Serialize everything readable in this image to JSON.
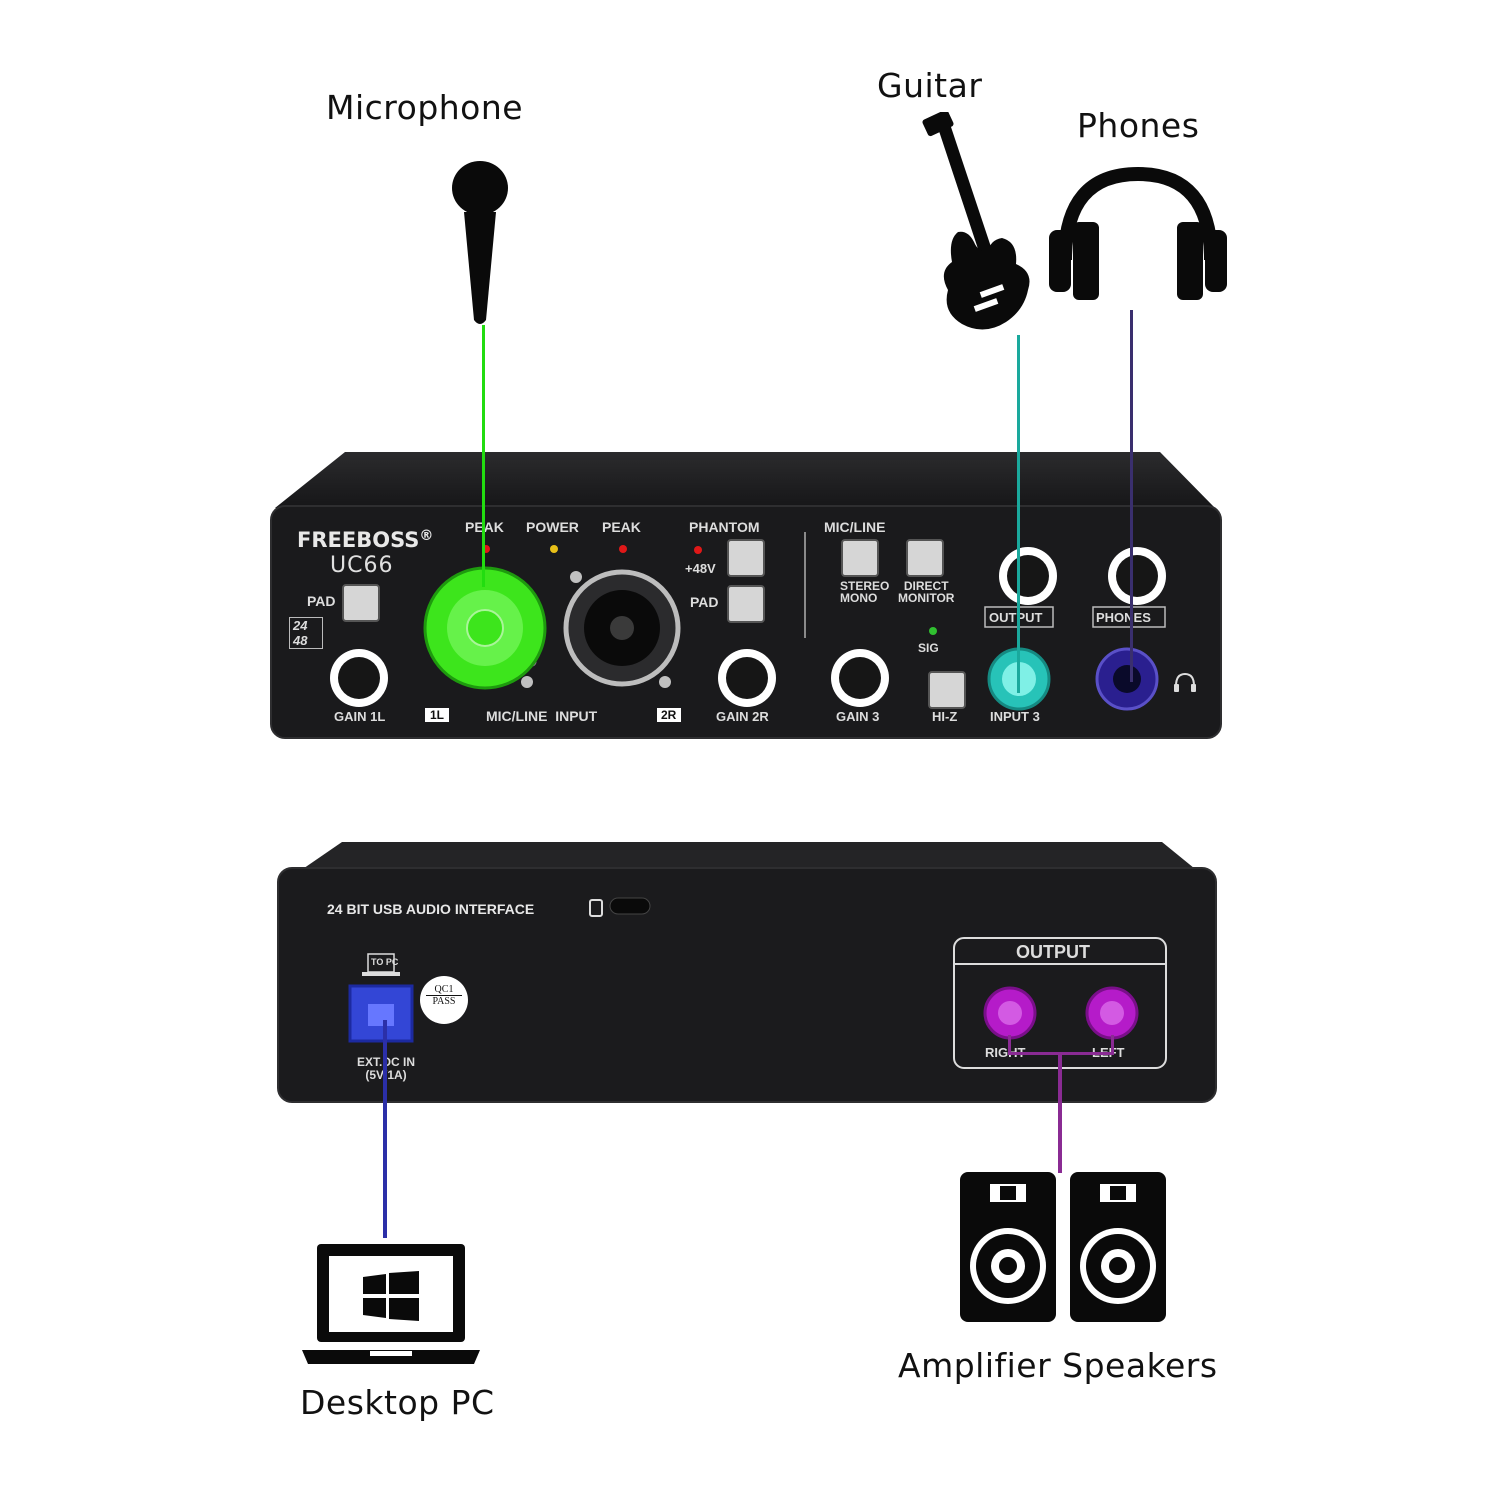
{
  "captions": {
    "microphone": "Microphone",
    "guitar": "Guitar",
    "phones": "Phones",
    "desktop_pc": "Desktop PC",
    "amplifier_speakers": "Amplifier Speakers"
  },
  "front_panel": {
    "brand": "FREEBOSS",
    "registered": "®",
    "model": "UC66",
    "pad_left": "PAD",
    "spec_top": "24",
    "spec_bottom": "48",
    "peak_left": "PEAK",
    "power": "POWER",
    "peak_right": "PEAK",
    "phantom": "PHANTOM",
    "plus48v": "+48V",
    "pad_right": "PAD",
    "mic_line": "MIC/LINE",
    "stereo": "STEREO",
    "mono": "MONO",
    "direct": "DIRECT",
    "monitor": "MONITOR",
    "sig": "SIG",
    "output": "OUTPUT",
    "phones": "PHONES",
    "gain1": "GAIN 1L",
    "tag1": "1L",
    "mic_line_input": "MIC/LINE  INPUT",
    "tag2": "2R",
    "gain2": "GAIN 2R",
    "gain3": "GAIN 3",
    "hiz": "HI-Z",
    "input3": "INPUT 3"
  },
  "rear_panel": {
    "title": "24 BIT USB AUDIO INTERFACE",
    "to_pc": "TO PC",
    "qc1": "QC1",
    "pass": "PASS",
    "ext_dc_in": "EXT.DC IN",
    "ext_dc_spec": "(5V/1A)",
    "output": "OUTPUT",
    "right": "RIGHT",
    "left": "LEFT"
  },
  "colors": {
    "microphone_cable": "#22dd10",
    "guitar_cable": "#1aa99d",
    "phones_cable": "#3a2f6e",
    "usb_cable": "#2b2fa8",
    "speaker_cable": "#8a2b93",
    "xlr_highlight": "#3de51c",
    "input3_highlight": "#27c3b8",
    "phones_highlight": "#2a1f8f",
    "output_jacks": "#b51bc9",
    "usb_port": "#3346d6"
  }
}
